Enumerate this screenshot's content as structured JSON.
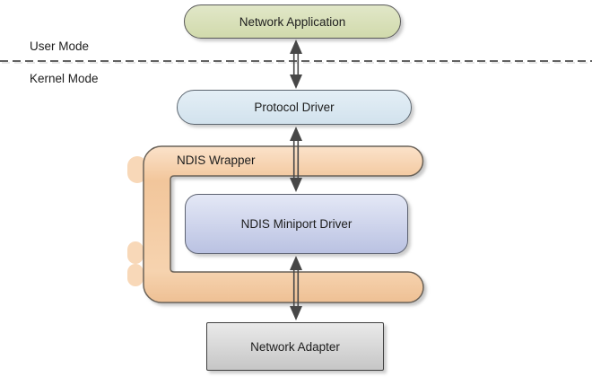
{
  "diagram": {
    "title": "NDIS network driver stack diagram",
    "zones": {
      "user_mode_label": "User Mode",
      "kernel_mode_label": "Kernel Mode",
      "boundary_style": "horizontal dashed line"
    },
    "nodes": [
      {
        "id": "network-application",
        "label": "Network Application",
        "shape": "rounded-pill",
        "fill": "#d7e0ba",
        "zone": "user-mode"
      },
      {
        "id": "protocol-driver",
        "label": "Protocol Driver",
        "shape": "rounded-pill",
        "fill": "#dbe9f2",
        "zone": "kernel-mode"
      },
      {
        "id": "ndis-wrapper",
        "label": "NDIS Wrapper",
        "shape": "c-bracket",
        "fill": "#f5cda6",
        "zone": "kernel-mode"
      },
      {
        "id": "ndis-miniport-driver",
        "label": "NDIS Miniport Driver",
        "shape": "rounded-rect",
        "fill": "#ccd4ec",
        "zone": "kernel-mode"
      },
      {
        "id": "network-adapter",
        "label": "Network Adapter",
        "shape": "rect",
        "fill": "#d9d9d9",
        "zone": "hardware"
      }
    ],
    "edges": [
      {
        "from": "Network Application",
        "to": "Protocol Driver",
        "style": "double-headed-arrow",
        "crosses": "user/kernel mode boundary"
      },
      {
        "from": "Protocol Driver",
        "to": "NDIS Miniport Driver",
        "style": "double-headed-arrow",
        "crosses": "NDIS Wrapper top bar"
      },
      {
        "from": "NDIS Miniport Driver",
        "to": "Network Adapter",
        "style": "double-headed-arrow",
        "crosses": "NDIS Wrapper bottom bar"
      }
    ],
    "colors": {
      "arrow": "#474747",
      "border": "#595959",
      "boundary_line": "#2e2e2e",
      "wrapper_gradient_top": "#fbe2ca",
      "wrapper_gradient_bottom": "#eec094",
      "wrapper_highlight_blob": "#f8d8b8",
      "background": "#ffffff"
    }
  }
}
